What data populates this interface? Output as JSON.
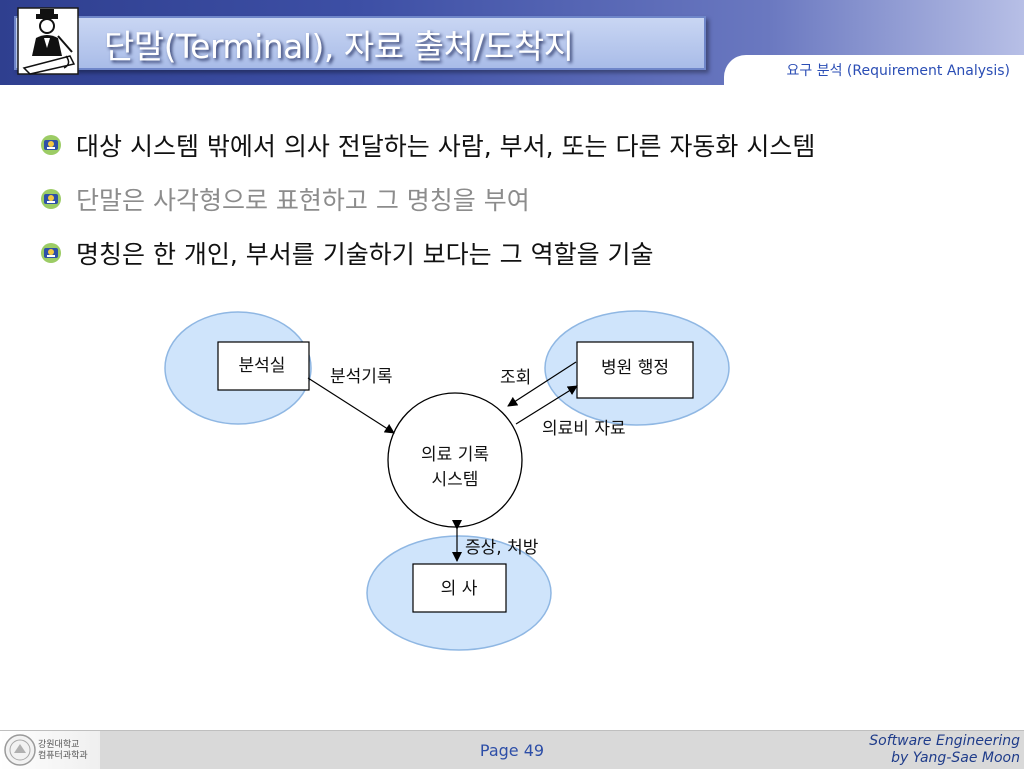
{
  "header": {
    "title": "단말(Terminal), 자료 출처/도착지",
    "subtitle": "요구 분석 (Requirement Analysis)"
  },
  "bullets": [
    {
      "text": "대상 시스템 밖에서 의사 전달하는 사람, 부서, 또는 다른 자동화 시스템",
      "muted": false
    },
    {
      "text": "단말은 사각형으로 표현하고 그 명칭을 부여",
      "muted": true
    },
    {
      "text": "명칭은 한 개인, 부서를 기술하기 보다는 그 역할을 기술",
      "muted": false
    }
  ],
  "diagram": {
    "terminals": {
      "lab": "분석실",
      "hospital_admin": "병원 행정",
      "doctor": "의 사"
    },
    "process": {
      "line1": "의료 기록",
      "line2": "시스템"
    },
    "flows": {
      "analysis_record": "분석기록",
      "inquiry": "조회",
      "medical_fee_data": "의료비 자료",
      "symptoms_prescription": "증상, 처방"
    },
    "colors": {
      "terminal_area_fill": "#cfe4fb",
      "terminal_area_stroke": "#8fb7e3"
    }
  },
  "footer": {
    "university_line1": "강원대학교",
    "university_line2": "컴퓨터과학과",
    "page": "Page 49",
    "course_line1": "Software Engineering",
    "course_line2": "by Yang-Sae Moon"
  },
  "colors": {
    "header_dark": "#2f3f8f",
    "accent_blue": "#2b4eb5"
  }
}
